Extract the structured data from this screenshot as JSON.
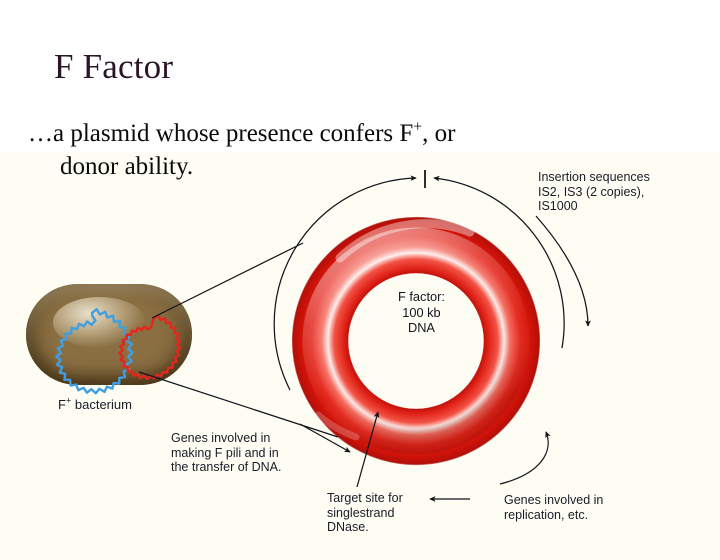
{
  "slide": {
    "title": "F Factor",
    "body_line1_pre": "…a plasmid whose presence confers F",
    "body_sup": "+",
    "body_line1_post": ", or",
    "body_line2": "donor ability."
  },
  "figure": {
    "center_label": "F factor:\n100 kb\nDNA",
    "labels": {
      "insertion_sequences": "Insertion sequences\nIS2, IS3 (2 copies),\nIS1000",
      "bacterium_pre": "F",
      "bacterium_sup": "+",
      "bacterium_post": " bacterium",
      "pili_genes": "Genes involved in\nmaking F pili and in\nthe transfer of DNA.",
      "target_site": "Target site for\nsinglestrand\nDNase.",
      "replication_genes": "Genes involved in\nreplication, etc."
    },
    "colors": {
      "torus_red": "#e8221a",
      "torus_highlight": "#fdf2ef",
      "chromosome_blue": "#3f9fe0",
      "plasmid_red": "#e4261c",
      "bacterium_tan": "#b89a63",
      "leader_line": "#1a1a22",
      "panel_background": "#fdfdf4",
      "title_color": "#2b1526"
    },
    "icons": {
      "top_tick": "tick-mark",
      "arrow_left_head": "arrowhead",
      "arrow_right_head": "arrowhead"
    }
  }
}
